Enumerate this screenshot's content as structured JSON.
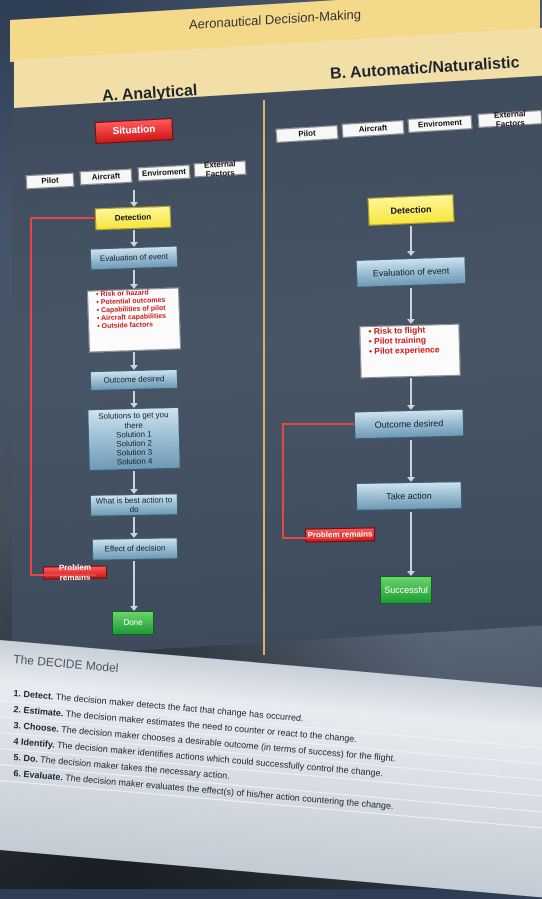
{
  "title": "Aeronautical Decision-Making",
  "columns": {
    "a": {
      "title": "A. Analytical",
      "situation": "Situation",
      "factors": [
        "Pilot",
        "Aircraft",
        "Enviroment",
        "External Factors"
      ],
      "detection": "Detection",
      "evaluation": "Evaluation of event",
      "risks": [
        "Risk or hazard",
        "Potential outcomes",
        "Capabilities of pilot",
        "Aircraft capabilities",
        "Outside factors"
      ],
      "outcome": "Outcome desired",
      "solutions_title": "Solutions to get you there",
      "solutions": [
        "Solution 1",
        "Solution 2",
        "Solution 3",
        "Solution 4"
      ],
      "best_action": "What is best action to do",
      "effect": "Effect of decision",
      "problem_remains": "Problem remains",
      "done": "Done"
    },
    "b": {
      "title": "B. Automatic/Naturalistic",
      "factors": [
        "Pilot",
        "Aircraft",
        "Enviroment",
        "External Factors"
      ],
      "detection": "Detection",
      "evaluation": "Evaluation of event",
      "risks": [
        "Risk to flight",
        "Pilot training",
        "Pilot experience"
      ],
      "outcome": "Outcome desired",
      "take_action": "Take action",
      "problem_remains": "Problem remains",
      "successful": "Successful"
    }
  },
  "decide": {
    "title": "The DECIDE Model",
    "steps": [
      {
        "label": "1. Detect.",
        "text": "The decision maker detects the fact that change has occurred."
      },
      {
        "label": "2. Estimate.",
        "text": "The decision maker estimates the need to counter or react to the change."
      },
      {
        "label": "3. Choose.",
        "text": "The decision maker chooses a desirable outcome (in terms of success) for the flight."
      },
      {
        "label": "4 Identify.",
        "text": "The decision maker identifies actions which could successfully control the change."
      },
      {
        "label": "5. Do.",
        "text": "The decision maker takes the necessary action."
      },
      {
        "label": "6. Evaluate.",
        "text": "The decision maker evaluates the effect(s) of his/her action countering the change."
      }
    ]
  },
  "colors": {
    "panel": "#3d4a5b",
    "band": "#f2dfa8",
    "accent_red": "#d01818",
    "accent_yellow": "#f7e63c",
    "accent_green": "#1e9b35",
    "box_blue": "#9ec1d6"
  }
}
